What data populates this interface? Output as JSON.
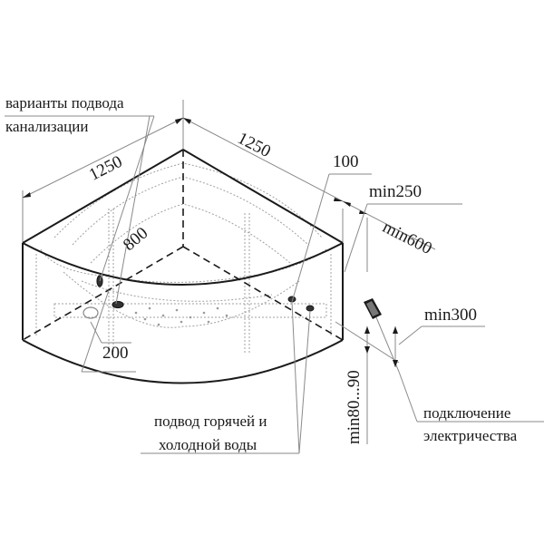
{
  "drawing": {
    "subject": "corner bathtub installation diagram",
    "line_color": "#1a1a1a",
    "leader_color": "#888888",
    "hidden_line_color": "#9a9a9a"
  },
  "dimensions": {
    "width_left": "1250",
    "width_right": "1250",
    "depth_inner": "800",
    "drain_offset": "200",
    "water_inlet_offset": "100",
    "electric_min_side": "min250",
    "electric_min_distance": "min600",
    "electric_min_height": "min300",
    "floor_clearance": "min80...90"
  },
  "labels": {
    "drain_options_line1": "варианты подвода",
    "drain_options_line2": "канализации",
    "water_supply_line1": "подвод горячей и",
    "water_supply_line2": "холодной воды",
    "electric_line1": "подключение",
    "electric_line2": "электричества"
  }
}
